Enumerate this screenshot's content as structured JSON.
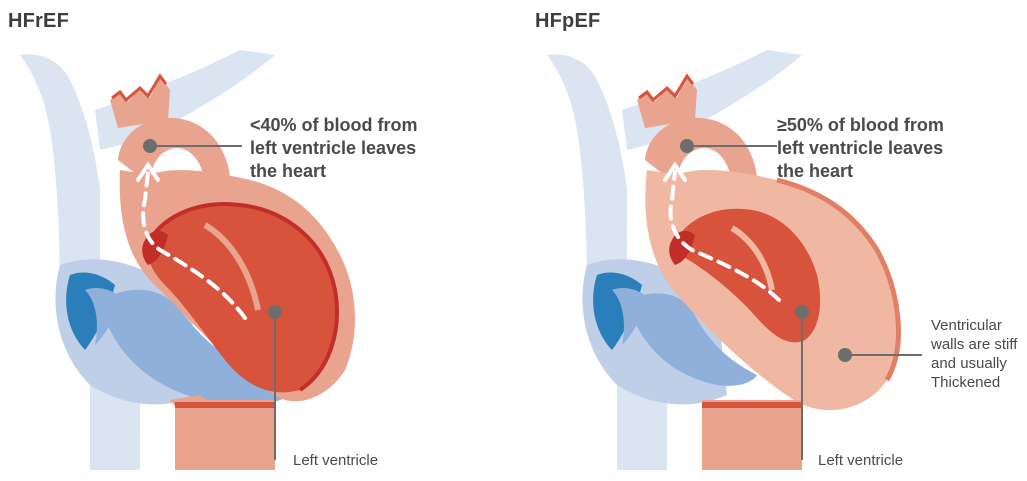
{
  "panels": {
    "hfref": {
      "title": "HFrEF",
      "callout": [
        "<40% of blood from",
        "left ventricle leaves",
        "the heart"
      ],
      "lv_label": "Left ventricle"
    },
    "hfpef": {
      "title": "HFpEF",
      "callout": [
        "≥50% of blood from",
        "left ventricle leaves",
        "the heart"
      ],
      "lv_label": "Left ventricle",
      "wall_label": [
        "Ventricular",
        "walls are stiff",
        "and usually",
        "Thickened"
      ]
    }
  },
  "colors": {
    "vessel_light_blue": "#dbe4f1",
    "right_heart_blue": "#8fb0da",
    "right_atrium_dark_blue": "#2a7fba",
    "heart_outer_salmon": "#e9a48f",
    "heart_wall_peach": "#f0b7a2",
    "lv_chamber_red": "#d8533c",
    "lv_dark_red": "#c22d28",
    "pointer_gray": "#6d6d6d",
    "text_gray": "#4a4a4a"
  }
}
